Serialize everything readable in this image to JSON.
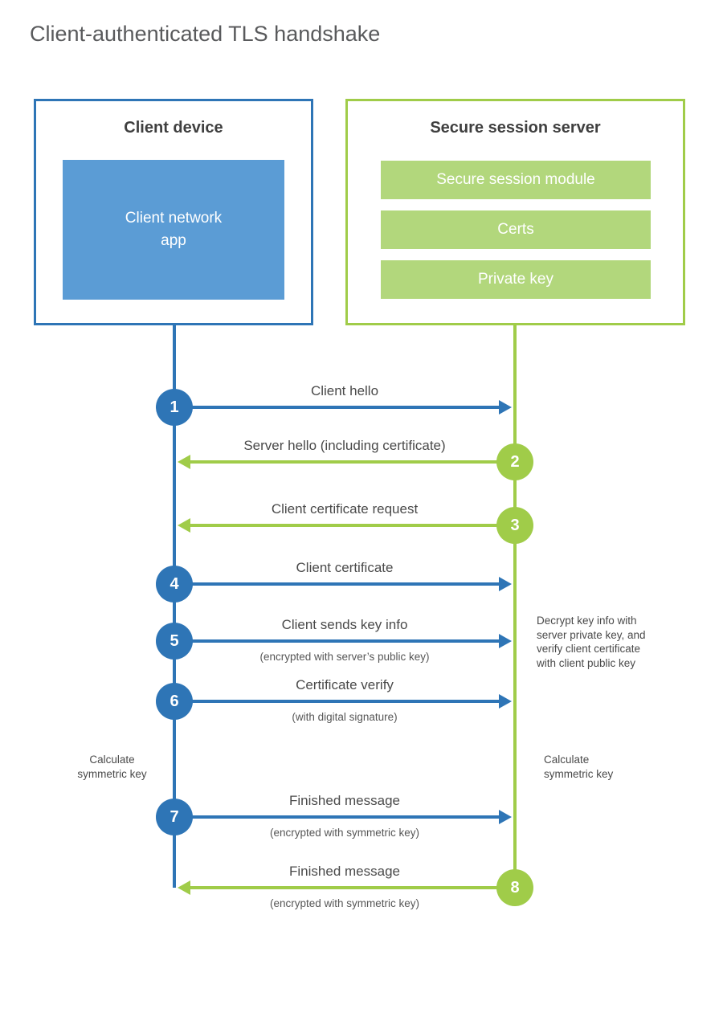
{
  "title": "Client-authenticated TLS handshake",
  "colors": {
    "blue_stroke": "#2E75B6",
    "blue_fill": "#5B9CD5",
    "green_stroke": "#A0CC49",
    "green_fill": "#B2D77C",
    "title_text": "#595a5c",
    "label_text": "#4a4a4a"
  },
  "client_box": {
    "title": "Client device",
    "app_label": "Client network\napp"
  },
  "server_box": {
    "title": "Secure session server",
    "modules": [
      "Secure session module",
      "Certs",
      "Private key"
    ]
  },
  "steps": [
    {
      "num": "1",
      "direction": "right",
      "color": "blue",
      "label": "Client hello",
      "sublabel": ""
    },
    {
      "num": "2",
      "direction": "left",
      "color": "green",
      "label": "Server hello (including certificate)",
      "sublabel": ""
    },
    {
      "num": "3",
      "direction": "left",
      "color": "green",
      "label": "Client certificate request",
      "sublabel": ""
    },
    {
      "num": "4",
      "direction": "right",
      "color": "blue",
      "label": "Client certificate",
      "sublabel": ""
    },
    {
      "num": "5",
      "direction": "right",
      "color": "blue",
      "label": "Client sends key info",
      "sublabel": "(encrypted with server’s public key)"
    },
    {
      "num": "6",
      "direction": "right",
      "color": "blue",
      "label": "Certificate verify",
      "sublabel": "(with digital signature)"
    },
    {
      "num": "7",
      "direction": "right",
      "color": "blue",
      "label": "Finished message",
      "sublabel": "(encrypted with symmetric key)"
    },
    {
      "num": "8",
      "direction": "left",
      "color": "green",
      "label": "Finished message",
      "sublabel": "(encrypted with symmetric key)"
    }
  ],
  "notes": {
    "server_decrypt": "Decrypt key info with\nserver private key, and\nverify client certificate\nwith client public key",
    "client_calc": "Calculate\nsymmetric key",
    "server_calc": "Calculate\nsymmetric key"
  }
}
